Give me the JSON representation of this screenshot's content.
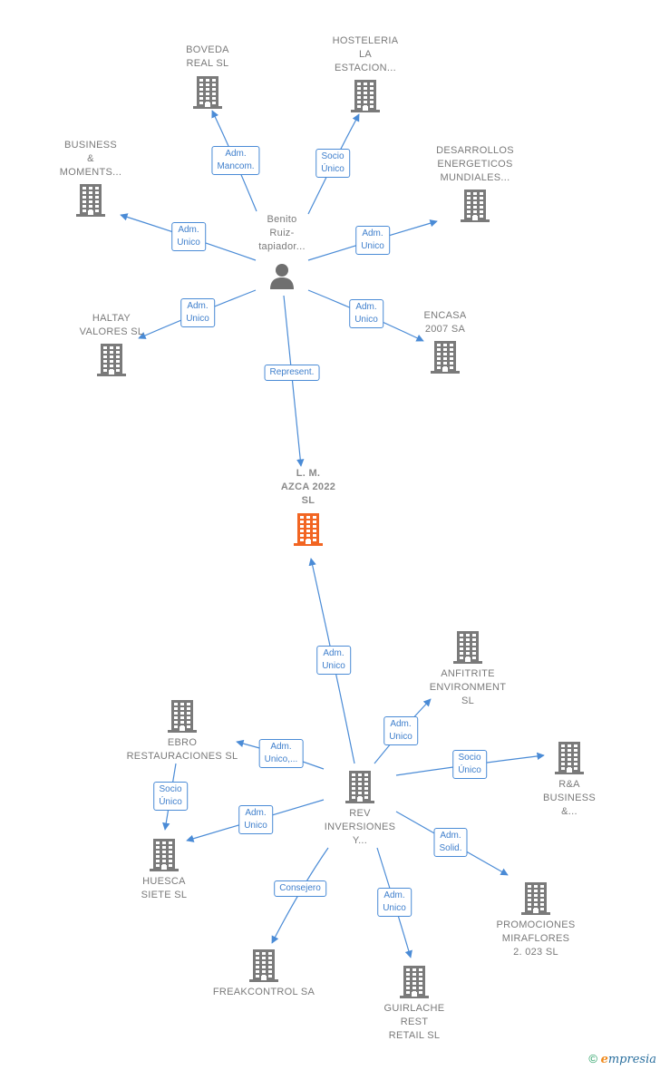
{
  "colors": {
    "edge": "#4a8bd6",
    "building": "#7a7a7a",
    "focus": "#f26522",
    "person": "#6f6f6f"
  },
  "nodes": [
    {
      "id": "boveda",
      "type": "company",
      "lines": [
        "BOVEDA",
        "REAL SL"
      ]
    },
    {
      "id": "hosteleria",
      "type": "company",
      "lines": [
        "HOSTELERIA",
        "LA",
        "ESTACION..."
      ]
    },
    {
      "id": "business",
      "type": "company",
      "lines": [
        "BUSINESS",
        "&",
        "MOMENTS..."
      ]
    },
    {
      "id": "desarrollos",
      "type": "company",
      "lines": [
        "DESARROLLOS",
        "ENERGETICOS",
        "MUNDIALES..."
      ]
    },
    {
      "id": "benito",
      "type": "person",
      "lines": [
        "Benito",
        "Ruiz-",
        "tapiador..."
      ]
    },
    {
      "id": "haltay",
      "type": "company",
      "lines": [
        "HALTAY",
        "VALORES SL"
      ]
    },
    {
      "id": "encasa",
      "type": "company",
      "lines": [
        "ENCASA",
        "2007 SA"
      ]
    },
    {
      "id": "lm",
      "type": "focus",
      "lines": [
        "L. M.",
        "AZCA 2022",
        "SL"
      ]
    },
    {
      "id": "anfitrite",
      "type": "company",
      "lines": [
        "ANFITRITE",
        "ENVIRONMENT",
        "SL"
      ]
    },
    {
      "id": "ebro",
      "type": "company",
      "lines": [
        "EBRO",
        "RESTAURACIONES SL"
      ]
    },
    {
      "id": "rev",
      "type": "company",
      "lines": [
        "REV",
        "INVERSIONES",
        "Y..."
      ]
    },
    {
      "id": "ra",
      "type": "company",
      "lines": [
        "R&A",
        "BUSINESS",
        "&..."
      ]
    },
    {
      "id": "huesca",
      "type": "company",
      "lines": [
        "HUESCA",
        "SIETE  SL"
      ]
    },
    {
      "id": "promociones",
      "type": "company",
      "lines": [
        "PROMOCIONES",
        "MIRAFLORES",
        "2. 023  SL"
      ]
    },
    {
      "id": "freakcontrol",
      "type": "company",
      "lines": [
        "FREAKCONTROL SA"
      ]
    },
    {
      "id": "guirlache",
      "type": "company",
      "lines": [
        "GUIRLACHE",
        "REST",
        "RETAIL  SL"
      ]
    }
  ],
  "edges": [
    {
      "from": "benito",
      "to": "boveda",
      "label": [
        "Adm.",
        "Mancom."
      ]
    },
    {
      "from": "benito",
      "to": "hosteleria",
      "label": [
        "Socio",
        "Único"
      ]
    },
    {
      "from": "benito",
      "to": "business",
      "label": [
        "Adm.",
        "Unico"
      ]
    },
    {
      "from": "benito",
      "to": "desarrollos",
      "label": [
        "Adm.",
        "Unico"
      ]
    },
    {
      "from": "benito",
      "to": "haltay",
      "label": [
        "Adm.",
        "Unico"
      ]
    },
    {
      "from": "benito",
      "to": "encasa",
      "label": [
        "Adm.",
        "Unico"
      ]
    },
    {
      "from": "benito",
      "to": "lm",
      "label": [
        "Represent."
      ]
    },
    {
      "from": "rev",
      "to": "lm",
      "label": [
        "Adm.",
        "Unico"
      ]
    },
    {
      "from": "rev",
      "to": "anfitrite",
      "label": [
        "Adm.",
        "Unico"
      ]
    },
    {
      "from": "rev",
      "to": "ebro",
      "label": [
        "Adm.",
        "Unico,..."
      ]
    },
    {
      "from": "rev",
      "to": "ra",
      "label": [
        "Socio",
        "Único"
      ]
    },
    {
      "from": "ebro",
      "to": "huesca",
      "label": [
        "Socio",
        "Único"
      ]
    },
    {
      "from": "rev",
      "to": "huesca",
      "label": [
        "Adm.",
        "Unico"
      ]
    },
    {
      "from": "rev",
      "to": "promociones",
      "label": [
        "Adm.",
        "Solid."
      ]
    },
    {
      "from": "rev",
      "to": "freakcontrol",
      "label": [
        "Consejero"
      ]
    },
    {
      "from": "rev",
      "to": "guirlache",
      "label": [
        "Adm.",
        "Unico"
      ]
    }
  ],
  "copyright": {
    "symbol": "©",
    "brand_initial": "e",
    "brand_rest": "mpresia"
  }
}
